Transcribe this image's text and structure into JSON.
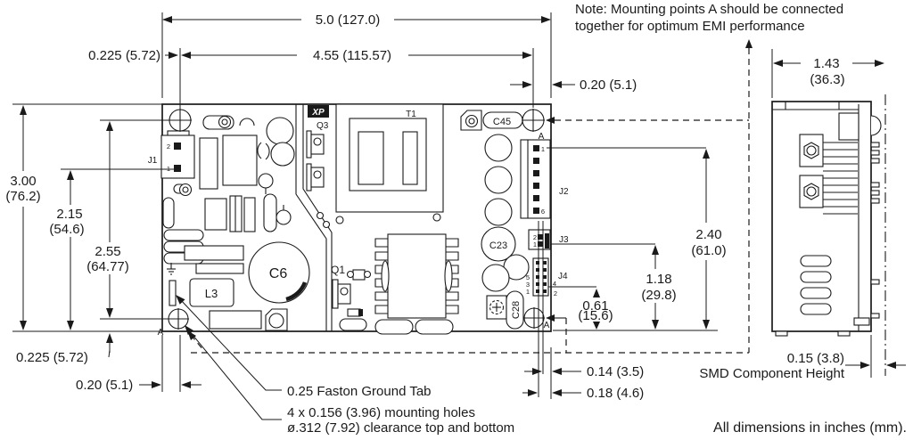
{
  "ink": "#1a1a1a",
  "note": {
    "line1": "Note: Mounting points A should be connected",
    "line2": "together for optimum EMI performance"
  },
  "footer": {
    "units": "All dimensions in inches (mm)."
  },
  "callouts": {
    "faston": "0.25 Faston Ground Tab",
    "holes_line1": "4 x 0.156 (3.96) mounting holes",
    "holes_line2": "ø.312 (7.92) clearance top and bottom",
    "smd_line1": "0.15 (3.8)",
    "smd_line2": "SMD Component Height"
  },
  "dims": {
    "width_overall": "5.0 (127.0)",
    "width_holes": "4.55 (115.57)",
    "offset_top_left": "0.225 (5.72)",
    "offset_top_right": "0.20 (5.1)",
    "height_overall_1": "3.00",
    "height_overall_2": "(76.2)",
    "height_j1_1": "2.15",
    "height_j1_2": "(54.6)",
    "height_holes_1": "2.55",
    "height_holes_2": "(64.77)",
    "offset_bottom_v": "0.225 (5.72)",
    "offset_bottom_h": "0.20 (5.1)",
    "side_width_1": "1.43",
    "side_width_2": "(36.3)",
    "height_j2_1": "2.40",
    "height_j2_2": "(61.0)",
    "height_j3_1": "1.18",
    "height_j3_2": "(29.8)",
    "height_j4_1": "0.61",
    "height_j4_2": "(15.6)",
    "pin_edge_1": "0.14 (3.5)",
    "pin_edge_2": "0.18 (4.6)"
  },
  "labels": {
    "j1": "J1",
    "j2": "J2",
    "j3": "J3",
    "j4": "J4",
    "q1": "Q1",
    "q3": "Q3",
    "t1": "T1",
    "c6": "C6",
    "c23": "C23",
    "c28": "C28",
    "c45": "C45",
    "l3": "L3",
    "logo": "XP",
    "mount_a": "A"
  },
  "pins": {
    "j1_2": "2",
    "j1_1": "1",
    "j2_1": "1",
    "j2_6": "6",
    "j3_2": "2",
    "j3_1": "1",
    "j4_5": "5",
    "j4_3": "3",
    "j4_1": "1",
    "j4_4": "4",
    "j4_2": "2"
  }
}
